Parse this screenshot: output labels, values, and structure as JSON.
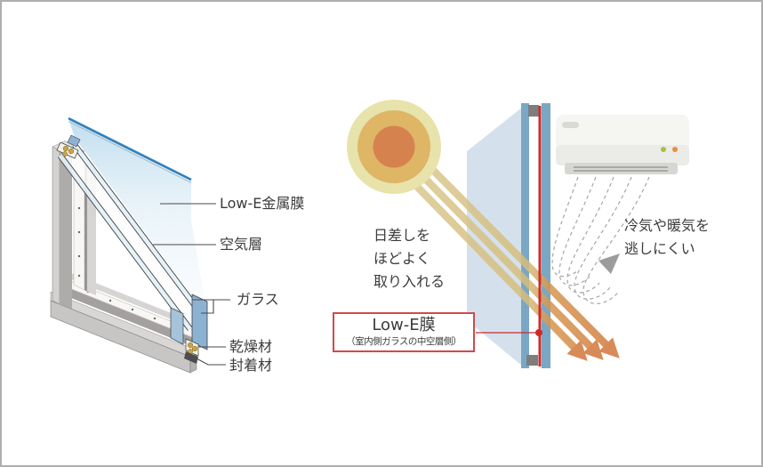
{
  "left_diagram": {
    "labels": {
      "lowe_metal_film": "Low-E金属膜",
      "air_layer": "空気層",
      "glass": "ガラス",
      "desiccant": "乾燥材",
      "sealant": "封着材"
    }
  },
  "right_diagram": {
    "sunlight": {
      "lines": [
        "日差しを",
        "ほどよく",
        "取り入れる"
      ]
    },
    "lowe_callout": {
      "title": "Low-E膜",
      "subtitle": "（室内側ガラスの中空層側）"
    },
    "insulation": {
      "lines": [
        "冷気や暖気を",
        "逃しにくい"
      ]
    }
  },
  "colors": {
    "accent_red": "#d04a4a",
    "lowe_film_line": "#cc2b2b",
    "glass_pane_blue": "#7aa7c3",
    "glass_sheet_pale": "#d2dfec",
    "sun_halo": "#e7e3ab",
    "sun_mid": "#dfb566",
    "sun_core": "#d6824e",
    "beam_warm_orange": "#d2763a",
    "beam_khaki": "#dbca91",
    "frame_gray": "#c8c5c5",
    "text_dark": "#3b3b3b"
  }
}
